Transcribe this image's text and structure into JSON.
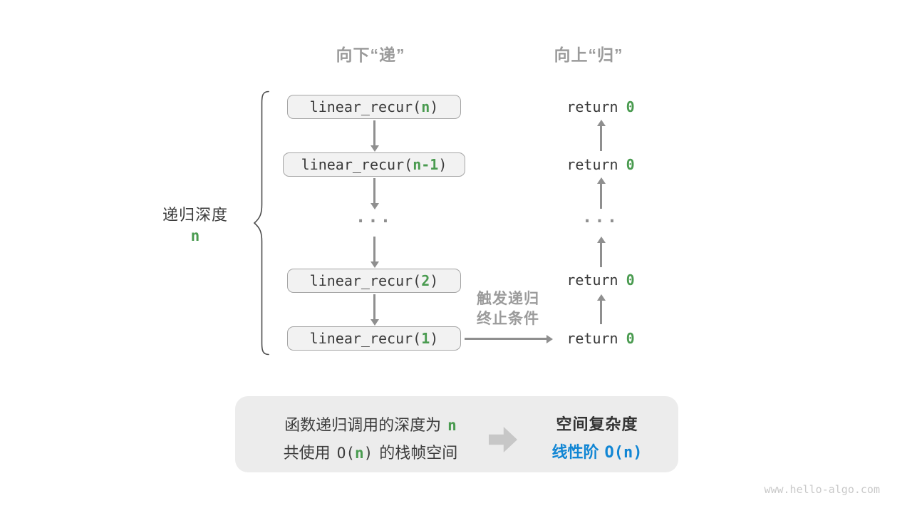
{
  "headers": {
    "down": "向下“递”",
    "up": "向上“归”"
  },
  "depth": {
    "label": "递归深度",
    "value": "n"
  },
  "call_stack": [
    {
      "prefix": "linear_recur(",
      "arg": "n",
      "suffix": ")"
    },
    {
      "prefix": "linear_recur(",
      "arg": "n-1",
      "suffix": ")"
    },
    {
      "prefix": "linear_recur(",
      "arg": "2",
      "suffix": ")"
    },
    {
      "prefix": "linear_recur(",
      "arg": "1",
      "suffix": ")"
    }
  ],
  "returns": [
    {
      "keyword": "return",
      "value": "0"
    },
    {
      "keyword": "return",
      "value": "0"
    },
    {
      "keyword": "return",
      "value": "0"
    },
    {
      "keyword": "return",
      "value": "0"
    }
  ],
  "ellipsis": "...",
  "trigger": {
    "line1": "触发递归",
    "line2": "终止条件"
  },
  "summary": {
    "line1_text": "函数递归调用的深度为",
    "line1_value": "n",
    "line2_prefix": "共使用",
    "line2_o_open": "O(",
    "line2_arg": "n",
    "line2_o_close": ")",
    "line2_suffix": "的栈帧空间",
    "result_title": "空间复杂度",
    "result_label": "线性阶",
    "result_code": "O(n)"
  },
  "watermark": "www.hello-algo.com",
  "colors": {
    "accent_green": "#4a9b50",
    "accent_blue": "#1186d4",
    "arrow_gray": "#8f8f8f",
    "label_gray": "#9b9b9b",
    "box_fill": "#f2f2f2",
    "box_border": "#a5a5a5",
    "panel_fill": "#ececec",
    "text_dark": "#3a3a3a"
  }
}
